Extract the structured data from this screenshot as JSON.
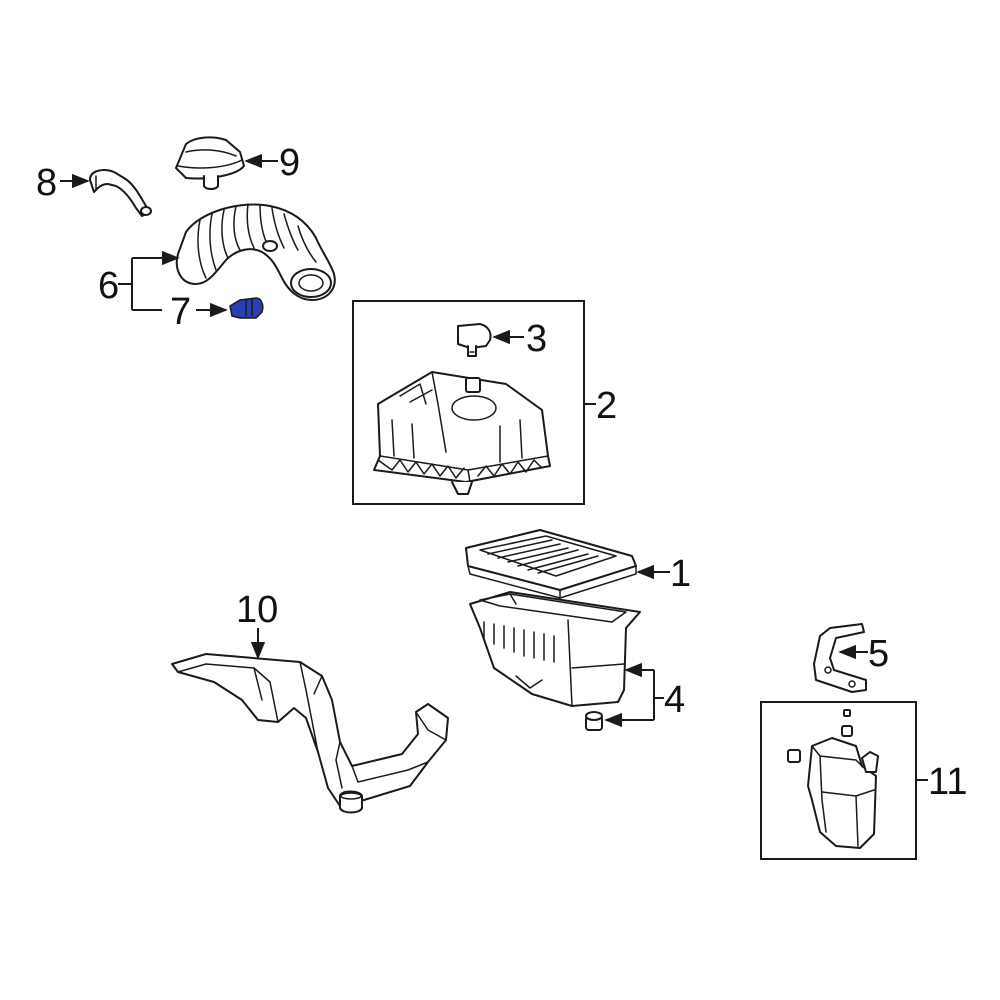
{
  "diagram": {
    "accent_color": "#2b3fb5",
    "callouts": [
      {
        "id": "1",
        "label": "1"
      },
      {
        "id": "2",
        "label": "2"
      },
      {
        "id": "3",
        "label": "3"
      },
      {
        "id": "4",
        "label": "4"
      },
      {
        "id": "5",
        "label": "5"
      },
      {
        "id": "6",
        "label": "6"
      },
      {
        "id": "7",
        "label": "7"
      },
      {
        "id": "8",
        "label": "8"
      },
      {
        "id": "9",
        "label": "9"
      },
      {
        "id": "10",
        "label": "10"
      },
      {
        "id": "11",
        "label": "11"
      }
    ],
    "highlighted_part": "7"
  }
}
